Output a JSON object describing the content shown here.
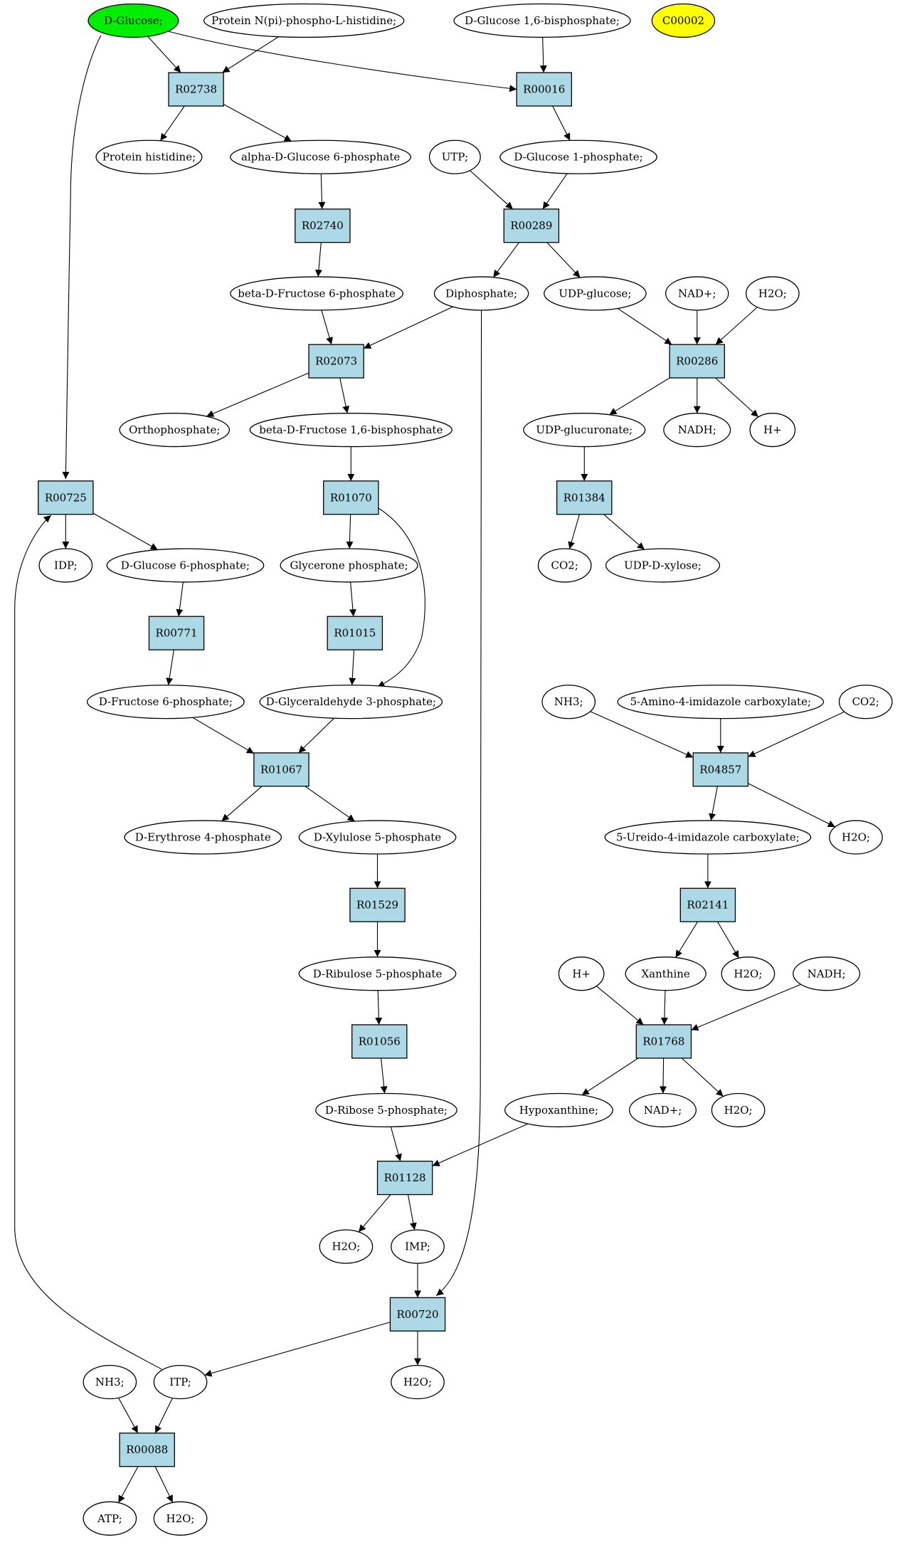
{
  "colors": {
    "reaction_fill": "#add8e6",
    "start_fill": "#00ee00",
    "highlight_fill": "#ffff00",
    "metabolite_fill": "#ffffff"
  },
  "metabolites": [
    {
      "id": "glucose",
      "label": "D-Glucose;",
      "fill": "#00ee00"
    },
    {
      "id": "protnphis",
      "label": "Protein N(pi)-phospho-L-histidine;"
    },
    {
      "id": "g16bp",
      "label": "D-Glucose 1,6-bisphosphate;"
    },
    {
      "id": "c00002",
      "label": "C00002",
      "fill": "#ffff00"
    },
    {
      "id": "prothis",
      "label": "Protein histidine;"
    },
    {
      "id": "ag6p",
      "label": "alpha-D-Glucose 6-phosphate"
    },
    {
      "id": "utp",
      "label": "UTP;"
    },
    {
      "id": "g1p",
      "label": "D-Glucose 1-phosphate;"
    },
    {
      "id": "bf6p",
      "label": "beta-D-Fructose 6-phosphate"
    },
    {
      "id": "diphos",
      "label": "Diphosphate;"
    },
    {
      "id": "udpglc",
      "label": "UDP-glucose;"
    },
    {
      "id": "nad1",
      "label": "NAD+;"
    },
    {
      "id": "h2o_1",
      "label": "H2O;"
    },
    {
      "id": "ortho",
      "label": "Orthophosphate;"
    },
    {
      "id": "fbp",
      "label": "beta-D-Fructose 1,6-bisphosphate"
    },
    {
      "id": "udpgluc",
      "label": "UDP-glucuronate;"
    },
    {
      "id": "nadh1",
      "label": "NADH;"
    },
    {
      "id": "hplus1",
      "label": "H+"
    },
    {
      "id": "idp",
      "label": "IDP;"
    },
    {
      "id": "g6p",
      "label": "D-Glucose 6-phosphate;"
    },
    {
      "id": "dhap",
      "label": "Glycerone phosphate;"
    },
    {
      "id": "co2_1",
      "label": "CO2;"
    },
    {
      "id": "udpxyl",
      "label": "UDP-D-xylose;"
    },
    {
      "id": "f6p",
      "label": "D-Fructose 6-phosphate;"
    },
    {
      "id": "gap",
      "label": "D-Glyceraldehyde 3-phosphate;"
    },
    {
      "id": "nh3_1",
      "label": "NH3;"
    },
    {
      "id": "aic",
      "label": "5-Amino-4-imidazole carboxylate;"
    },
    {
      "id": "co2_2",
      "label": "CO2;"
    },
    {
      "id": "e4p",
      "label": "D-Erythrose 4-phosphate"
    },
    {
      "id": "xu5p",
      "label": "D-Xylulose 5-phosphate"
    },
    {
      "id": "uic",
      "label": "5-Ureido-4-imidazole carboxylate;"
    },
    {
      "id": "h2o_2",
      "label": "H2O;"
    },
    {
      "id": "ru5p",
      "label": "D-Ribulose 5-phosphate"
    },
    {
      "id": "hplus2",
      "label": "H+"
    },
    {
      "id": "xanthine",
      "label": "Xanthine"
    },
    {
      "id": "h2o_3",
      "label": "H2O;"
    },
    {
      "id": "nadh2",
      "label": "NADH;"
    },
    {
      "id": "r5p",
      "label": "D-Ribose 5-phosphate;"
    },
    {
      "id": "hypox",
      "label": "Hypoxanthine;"
    },
    {
      "id": "nad2",
      "label": "NAD+;"
    },
    {
      "id": "h2o_4",
      "label": "H2O;"
    },
    {
      "id": "h2o_5",
      "label": "H2O;"
    },
    {
      "id": "imp",
      "label": "IMP;"
    },
    {
      "id": "nh3_2",
      "label": "NH3;"
    },
    {
      "id": "itp",
      "label": "ITP;"
    },
    {
      "id": "h2o_6",
      "label": "H2O;"
    },
    {
      "id": "atp",
      "label": "ATP;"
    },
    {
      "id": "h2o_7",
      "label": "H2O;"
    }
  ],
  "reactions": [
    {
      "id": "R02738",
      "label": "R02738"
    },
    {
      "id": "R00016",
      "label": "R00016"
    },
    {
      "id": "R02740",
      "label": "R02740"
    },
    {
      "id": "R00289",
      "label": "R00289"
    },
    {
      "id": "R02073",
      "label": "R02073"
    },
    {
      "id": "R00286",
      "label": "R00286"
    },
    {
      "id": "R00725",
      "label": "R00725"
    },
    {
      "id": "R01070",
      "label": "R01070"
    },
    {
      "id": "R01384",
      "label": "R01384"
    },
    {
      "id": "R00771",
      "label": "R00771"
    },
    {
      "id": "R01015",
      "label": "R01015"
    },
    {
      "id": "R01067",
      "label": "R01067"
    },
    {
      "id": "R04857",
      "label": "R04857"
    },
    {
      "id": "R01529",
      "label": "R01529"
    },
    {
      "id": "R02141",
      "label": "R02141"
    },
    {
      "id": "R01056",
      "label": "R01056"
    },
    {
      "id": "R01768",
      "label": "R01768"
    },
    {
      "id": "R01128",
      "label": "R01128"
    },
    {
      "id": "R00720",
      "label": "R00720"
    },
    {
      "id": "R00088",
      "label": "R00088"
    }
  ],
  "edges": [
    [
      "glucose",
      "R02738"
    ],
    [
      "protnphis",
      "R02738"
    ],
    [
      "R02738",
      "prothis"
    ],
    [
      "R02738",
      "ag6p"
    ],
    [
      "glucose",
      "R00016"
    ],
    [
      "g16bp",
      "R00016"
    ],
    [
      "R00016",
      "g1p"
    ],
    [
      "ag6p",
      "R02740"
    ],
    [
      "R02740",
      "bf6p"
    ],
    [
      "utp",
      "R00289"
    ],
    [
      "g1p",
      "R00289"
    ],
    [
      "R00289",
      "diphos"
    ],
    [
      "R00289",
      "udpglc"
    ],
    [
      "bf6p",
      "R02073"
    ],
    [
      "diphos",
      "R02073"
    ],
    [
      "R02073",
      "ortho"
    ],
    [
      "R02073",
      "fbp"
    ],
    [
      "udpglc",
      "R00286"
    ],
    [
      "nad1",
      "R00286"
    ],
    [
      "h2o_1",
      "R00286"
    ],
    [
      "R00286",
      "udpgluc"
    ],
    [
      "R00286",
      "nadh1"
    ],
    [
      "R00286",
      "hplus1"
    ],
    [
      "glucose",
      "R00725"
    ],
    [
      "itp",
      "R00725"
    ],
    [
      "R00725",
      "idp"
    ],
    [
      "R00725",
      "g6p"
    ],
    [
      "fbp",
      "R01070"
    ],
    [
      "R01070",
      "dhap"
    ],
    [
      "R01070",
      "gap"
    ],
    [
      "udpgluc",
      "R01384"
    ],
    [
      "R01384",
      "co2_1"
    ],
    [
      "R01384",
      "udpxyl"
    ],
    [
      "g6p",
      "R00771"
    ],
    [
      "R00771",
      "f6p"
    ],
    [
      "dhap",
      "R01015"
    ],
    [
      "R01015",
      "gap"
    ],
    [
      "f6p",
      "R01067"
    ],
    [
      "gap",
      "R01067"
    ],
    [
      "R01067",
      "e4p"
    ],
    [
      "R01067",
      "xu5p"
    ],
    [
      "nh3_1",
      "R04857"
    ],
    [
      "aic",
      "R04857"
    ],
    [
      "co2_2",
      "R04857"
    ],
    [
      "R04857",
      "uic"
    ],
    [
      "R04857",
      "h2o_2"
    ],
    [
      "xu5p",
      "R01529"
    ],
    [
      "R01529",
      "ru5p"
    ],
    [
      "uic",
      "R02141"
    ],
    [
      "R02141",
      "xanthine"
    ],
    [
      "R02141",
      "h2o_3"
    ],
    [
      "ru5p",
      "R01056"
    ],
    [
      "R01056",
      "r5p"
    ],
    [
      "hplus2",
      "R01768"
    ],
    [
      "xanthine",
      "R01768"
    ],
    [
      "nadh2",
      "R01768"
    ],
    [
      "R01768",
      "hypox"
    ],
    [
      "R01768",
      "nad2"
    ],
    [
      "R01768",
      "h2o_4"
    ],
    [
      "r5p",
      "R01128"
    ],
    [
      "hypox",
      "R01128"
    ],
    [
      "R01128",
      "h2o_5"
    ],
    [
      "R01128",
      "imp"
    ],
    [
      "imp",
      "R00720"
    ],
    [
      "diphos",
      "R00720"
    ],
    [
      "R00720",
      "itp"
    ],
    [
      "R00720",
      "h2o_6"
    ],
    [
      "nh3_2",
      "R00088"
    ],
    [
      "itp",
      "R00088"
    ],
    [
      "R00088",
      "atp"
    ],
    [
      "R00088",
      "h2o_7"
    ]
  ]
}
